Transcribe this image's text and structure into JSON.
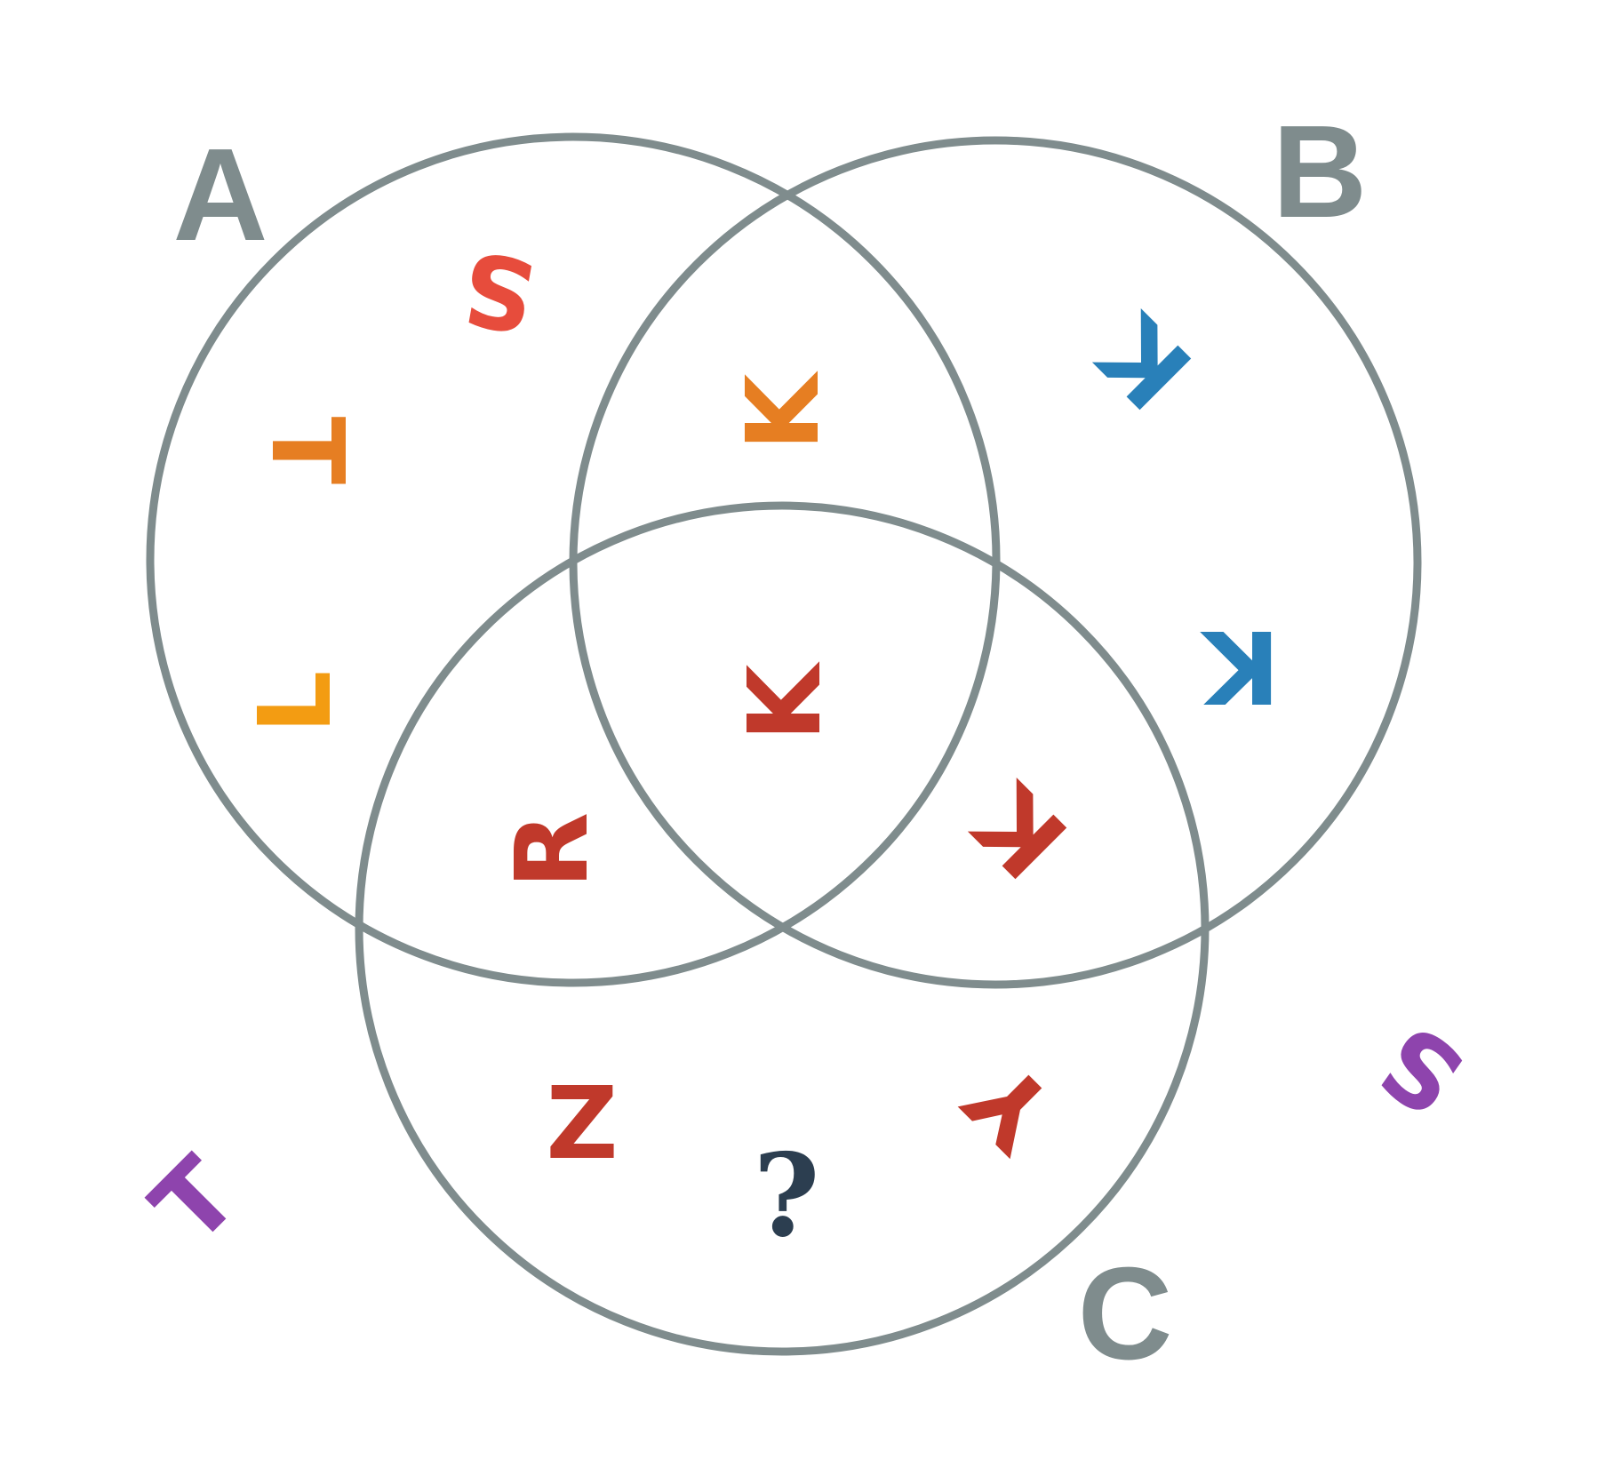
{
  "colors": {
    "ring": "#7f8c8d",
    "set_label": "#7f8c8d",
    "red": "#c0392b",
    "coral": "#e74c3c",
    "orange": "#e67e22",
    "yellow": "#f39c12",
    "blue": "#2980b9",
    "purple": "#8e44ad",
    "dark": "#2c3e50"
  },
  "sets": {
    "a": "A",
    "b": "B",
    "c": "C"
  },
  "letters": [
    {
      "id": "a-only-s",
      "char": "S",
      "color": "coral",
      "rotation": -170,
      "region": "A only"
    },
    {
      "id": "a-only-t",
      "char": "T",
      "color": "orange",
      "rotation": 90,
      "region": "A only"
    },
    {
      "id": "a-only-l",
      "char": "L",
      "color": "yellow",
      "rotation": -90,
      "region": "A only"
    },
    {
      "id": "ab-k",
      "char": "K",
      "color": "orange",
      "rotation": -90,
      "region": "A and B"
    },
    {
      "id": "b-only-k1",
      "char": "K",
      "color": "blue",
      "rotation": -135,
      "region": "B only"
    },
    {
      "id": "b-only-k2",
      "char": "K",
      "color": "blue",
      "rotation": 180,
      "region": "B only"
    },
    {
      "id": "abc-k",
      "char": "K",
      "color": "red",
      "rotation": -90,
      "region": "A, B and C"
    },
    {
      "id": "ac-r",
      "char": "R",
      "color": "red",
      "rotation": -90,
      "region": "A and C"
    },
    {
      "id": "bc-k",
      "char": "K",
      "color": "red",
      "rotation": -135,
      "region": "B and C"
    },
    {
      "id": "c-only-z",
      "char": "Z",
      "color": "red",
      "rotation": 0,
      "region": "C only"
    },
    {
      "id": "c-only-y",
      "char": "Y",
      "color": "red",
      "rotation": -135,
      "region": "C only"
    },
    {
      "id": "outside-t",
      "char": "T",
      "color": "purple",
      "rotation": -45,
      "region": "outside"
    },
    {
      "id": "outside-s",
      "char": "S",
      "color": "purple",
      "rotation": -145,
      "region": "outside"
    }
  ],
  "unknown": {
    "char": "?",
    "color": "dark",
    "region": "C only"
  }
}
